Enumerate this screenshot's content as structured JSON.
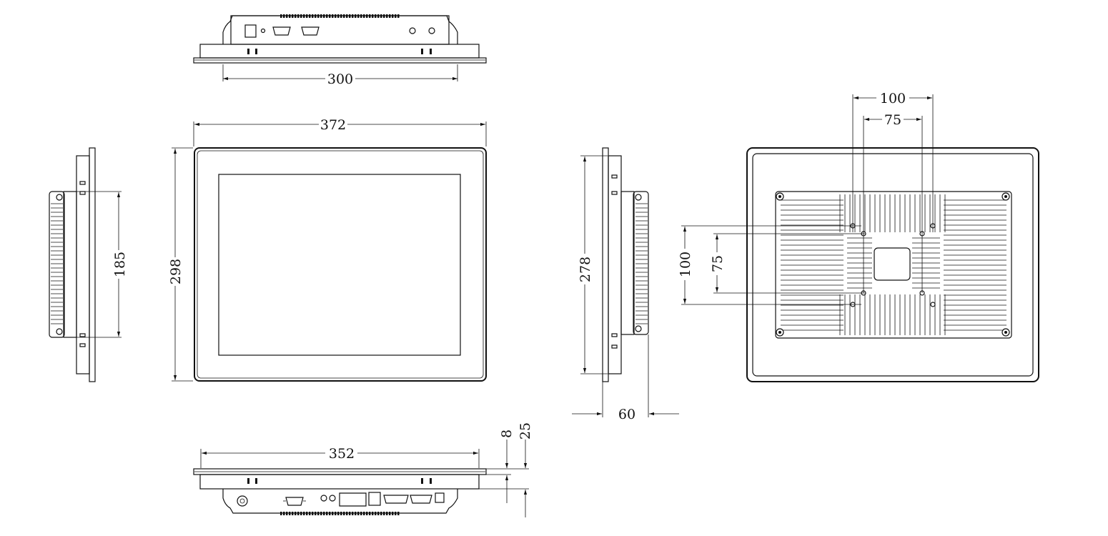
{
  "dimensions": {
    "top_width": "300",
    "front_width": "372",
    "front_height": "298",
    "left_hole_spacing": "185",
    "right_side_height": "278",
    "depth": "60",
    "bottom_width": "352",
    "bezel_thickness": "8",
    "panel_thickness": "25",
    "vesa_h_outer": "100",
    "vesa_h_inner": "75",
    "vesa_v_outer": "100",
    "vesa_v_inner": "75"
  }
}
